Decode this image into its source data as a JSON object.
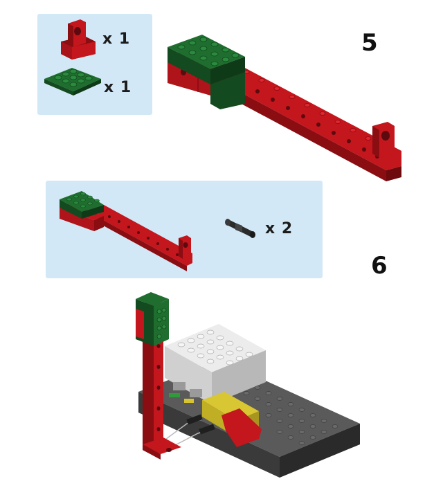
{
  "step5": {
    "number": "5",
    "parts": [
      {
        "icon": "red-bent-brick-icon",
        "qty": "x 1"
      },
      {
        "icon": "green-plate-icon",
        "qty": "x 1"
      }
    ]
  },
  "step6": {
    "number": "6",
    "parts": [
      {
        "icon": "green-red-beam-assembly-icon",
        "qty": ""
      },
      {
        "icon": "black-connector-peg-icon",
        "qty": "x 2"
      }
    ]
  },
  "colors": {
    "red": "#c3161d",
    "dark_red": "#8a0d12",
    "green": "#1f6e2f",
    "dark_green": "#134a1f",
    "panel": "#d3e8f6",
    "gray_base": "#4b4b4b",
    "white_hub": "#e6e6e6",
    "yellow": "#d9c633"
  }
}
